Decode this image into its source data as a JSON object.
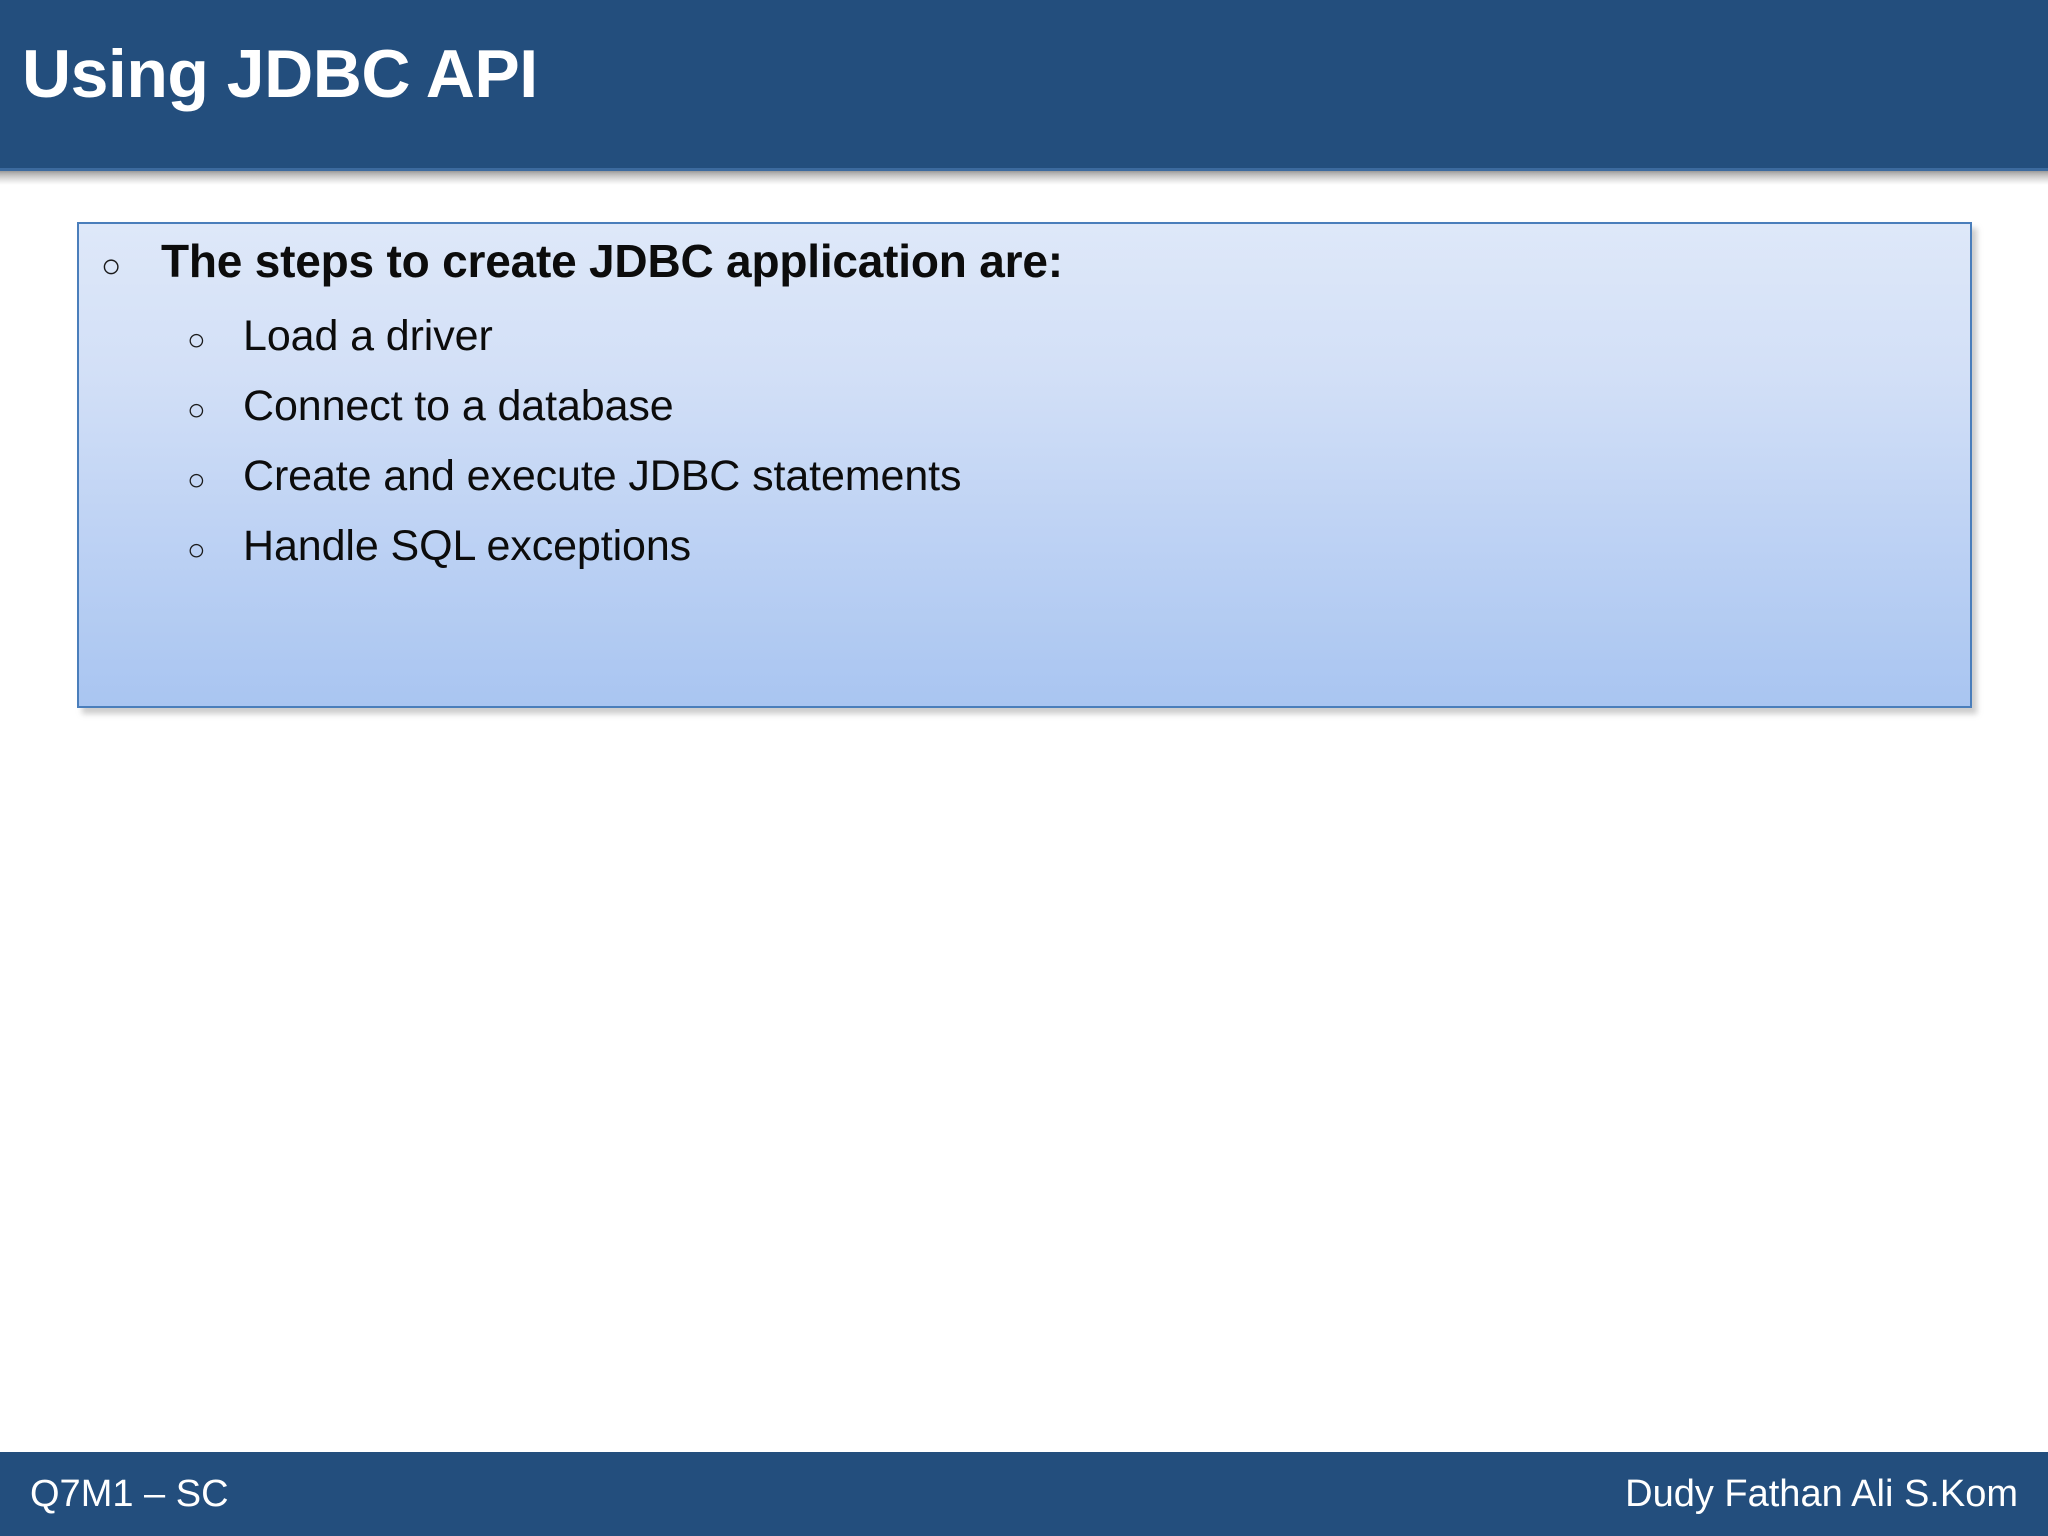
{
  "slide": {
    "title": "Using JDBC API",
    "colors": {
      "header_bg": "#234E7D",
      "header_text": "#FFFFFF",
      "box_border": "#4A7EBB",
      "box_gradient_top": "#DEE8F9",
      "box_gradient_bottom": "#A9C5F1",
      "body_text": "#0C0C0C",
      "footer_bg": "#234E7D",
      "footer_text": "#FFFFFF",
      "slide_bg": "#FFFFFF"
    }
  },
  "content": {
    "bullets": [
      {
        "level": 1,
        "marker": "○",
        "marker_icon": "hollow-circle-bullet-icon",
        "text": "The steps to create JDBC application are:",
        "bold": true
      },
      {
        "level": 2,
        "marker": "○",
        "marker_icon": "hollow-circle-bullet-icon",
        "text": "Load a driver",
        "bold": false
      },
      {
        "level": 2,
        "marker": "○",
        "marker_icon": "hollow-circle-bullet-icon",
        "text": "Connect to a database",
        "bold": false
      },
      {
        "level": 2,
        "marker": "○",
        "marker_icon": "hollow-circle-bullet-icon",
        "text": "Create and execute JDBC statements",
        "bold": false
      },
      {
        "level": 2,
        "marker": "○",
        "marker_icon": "hollow-circle-bullet-icon",
        "text": "Handle SQL exceptions",
        "bold": false
      }
    ]
  },
  "footer": {
    "left": "Q7M1 – SC",
    "right": "Dudy Fathan Ali S.Kom"
  }
}
